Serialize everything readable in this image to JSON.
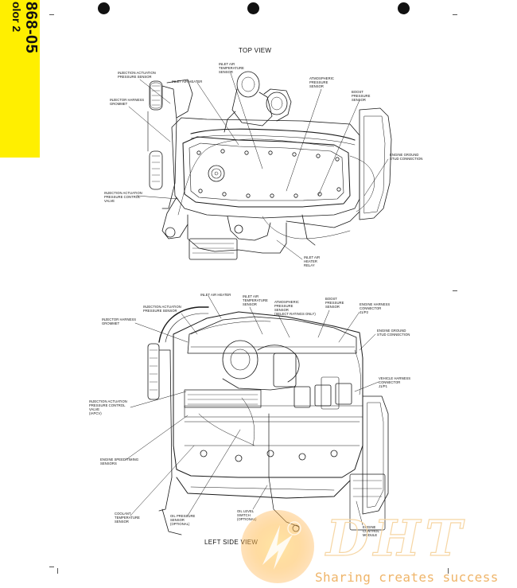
{
  "tab": {
    "code": "868-05",
    "subtitle": "olor 2",
    "color": "#ffef00"
  },
  "top_view": {
    "title": "TOP VIEW",
    "callouts": [
      "INJECTION ACTUATION\nPRESSURE SENSOR",
      "INLET AIR HEATER",
      "INLET AIR\nTEMPERATURE\nSENSOR",
      "ATMOSPHERIC\nPRESSURE\nSENSOR",
      "BOOST\nPRESSURE\nSENSOR",
      "INJECTOR HARNESS\nGROMMET",
      "ENGINE GROUND\nSTUD CONNECTION",
      "INJECTION ACTUATION\nPRESSURE CONTROL\nVALVE",
      "INLET AIR\nHEATER\nRELAY"
    ]
  },
  "side_view": {
    "title": "LEFT SIDE VIEW",
    "callouts": [
      "INLET AIR HEATER",
      "INLET AIR\nTEMPERATURE\nSENSOR",
      "ATMOSPHERIC\nPRESSURE\nSENSOR\n(SELECT RATINGS ONLY)",
      "BOOST\nPRESSURE\nSENSOR",
      "ENGINE HARNESS\nCONNECTOR\nJ1/P2",
      "INJECTION ACTUATION\nPRESSURE SENSOR",
      "INJECTOR HARNESS\nGROMMET",
      "ENGINE GROUND\nSTUD CONNECTION",
      "VEHICLE HARNESS\nCONNECTOR\nJ1/P1",
      "INJECTION ACTUATION\nPRESSURE CONTROL\nVALVE\n(IAPCV)",
      "ENGINE SPEED/TIMING\nSENSORS",
      "COOLANT\nTEMPERATURE\nSENSOR",
      "OIL PRESSURE\nSENSOR\n(OPTIONAL)",
      "OIL LEVEL\nSWITCH\n(OPTIONAL)",
      "ENGINE\nCONTROL\nMODULE"
    ]
  },
  "watermark": {
    "slogan": "Sharing creates success",
    "color": "#efb56a"
  }
}
